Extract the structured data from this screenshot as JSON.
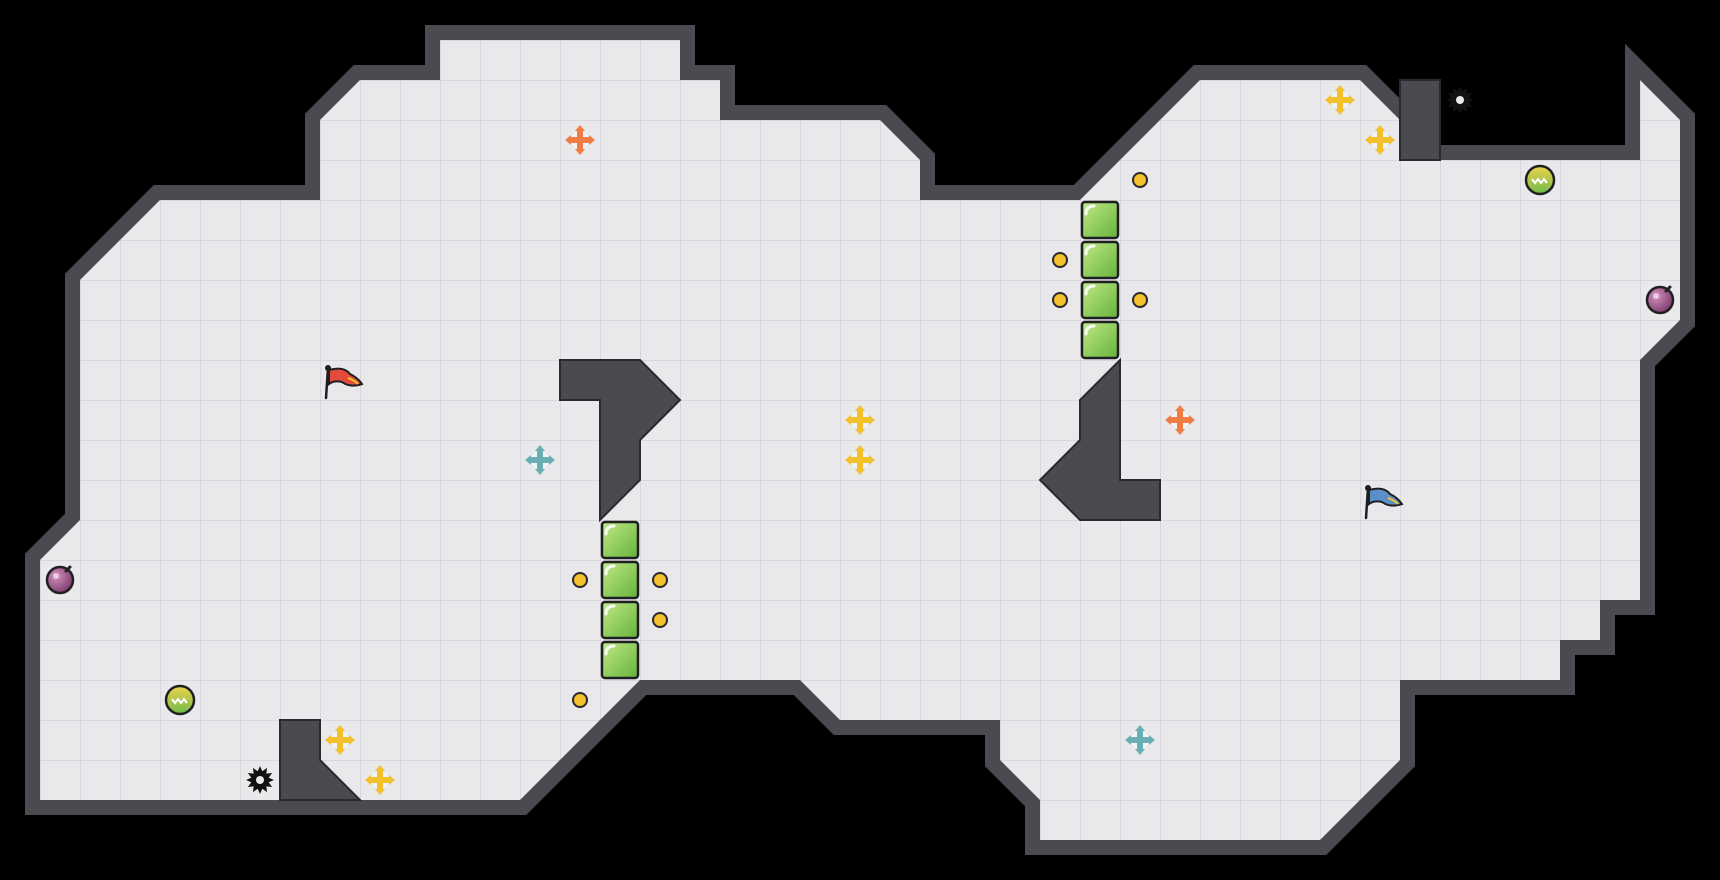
{
  "colors": {
    "background": "#000000",
    "floor": "#e9e9ec",
    "grid_line": "#d4d4d8",
    "wall": "#4a4a50",
    "wall_edge": "#2a2a2e",
    "green_block": "#8ccf5a",
    "coin": "#f2c12e",
    "team_red": "#e24b3b",
    "team_blue": "#5b8fc9",
    "boost_orange": "#ef7d46",
    "boost_yellow": "#f2c12e",
    "boost_teal": "#6aaeb4",
    "bomb": "#9b5a8a",
    "powerup_green": "#9bc94a"
  },
  "map": {
    "flags": [
      {
        "team": "red",
        "col": 8,
        "row": 9
      },
      {
        "team": "blue",
        "col": 34,
        "row": 12
      }
    ],
    "boosts": [
      {
        "kind": "orange",
        "col": 14,
        "row": 3
      },
      {
        "kind": "orange",
        "col": 29,
        "row": 10
      },
      {
        "kind": "yellow",
        "col": 21,
        "row": 10
      },
      {
        "kind": "yellow",
        "col": 21,
        "row": 11
      },
      {
        "kind": "yellow",
        "col": 33,
        "row": 2
      },
      {
        "kind": "yellow",
        "col": 34,
        "row": 3
      },
      {
        "kind": "yellow",
        "col": 8,
        "row": 18
      },
      {
        "kind": "yellow",
        "col": 9,
        "row": 19
      },
      {
        "kind": "teal",
        "col": 13,
        "row": 11
      },
      {
        "kind": "teal",
        "col": 28,
        "row": 18
      }
    ],
    "spikes": [
      {
        "col": 36,
        "row": 2
      },
      {
        "col": 6,
        "row": 19
      }
    ],
    "bombs": [
      {
        "col": 1,
        "row": 14
      },
      {
        "col": 41,
        "row": 7
      }
    ],
    "powerups": [
      {
        "col": 38,
        "row": 4
      },
      {
        "col": 4,
        "row": 17
      }
    ],
    "gates": [
      {
        "col": 27,
        "row": 5
      },
      {
        "col": 27,
        "row": 6
      },
      {
        "col": 27,
        "row": 7
      },
      {
        "col": 27,
        "row": 8
      },
      {
        "col": 15,
        "row": 13
      },
      {
        "col": 15,
        "row": 14
      },
      {
        "col": 15,
        "row": 15
      },
      {
        "col": 15,
        "row": 16
      }
    ],
    "buttons": [
      {
        "col": 28,
        "row": 4
      },
      {
        "col": 26,
        "row": 6
      },
      {
        "col": 26,
        "row": 7
      },
      {
        "col": 28,
        "row": 7
      },
      {
        "col": 14,
        "row": 14
      },
      {
        "col": 16,
        "row": 14
      },
      {
        "col": 16,
        "row": 15
      },
      {
        "col": 14,
        "row": 17
      }
    ]
  }
}
